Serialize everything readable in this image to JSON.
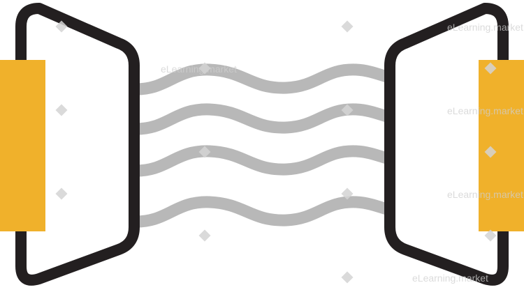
{
  "illustration": {
    "subject": "stretch-fabric-icon",
    "colors": {
      "frame": "#231f20",
      "clamp": "#f0b12b",
      "fibers": "#b8b8b8",
      "background": "#ffffff"
    },
    "fiber_count": 4
  },
  "watermark": {
    "texts": [
      "eLearning.market",
      "eLearning.market",
      "eLearning.market",
      "eLearning.market",
      "eLearning.market"
    ]
  }
}
